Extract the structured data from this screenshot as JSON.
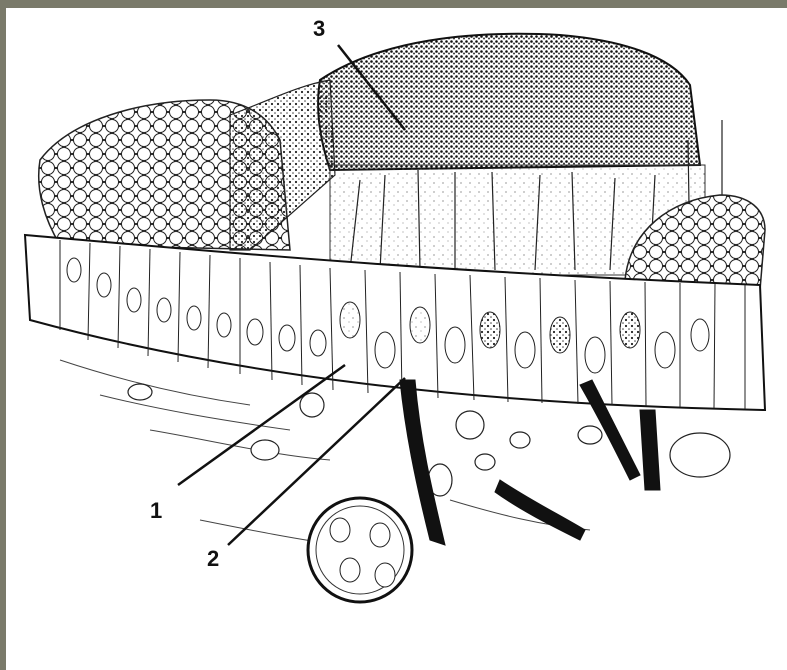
{
  "figure": {
    "labels": [
      {
        "id": "label-1",
        "text": "1"
      },
      {
        "id": "label-2",
        "text": "2"
      },
      {
        "id": "label-3",
        "text": "3"
      }
    ]
  },
  "colors": {
    "frame": "#7a7a6a",
    "ink": "#1a1a1a",
    "background": "#ffffff"
  }
}
